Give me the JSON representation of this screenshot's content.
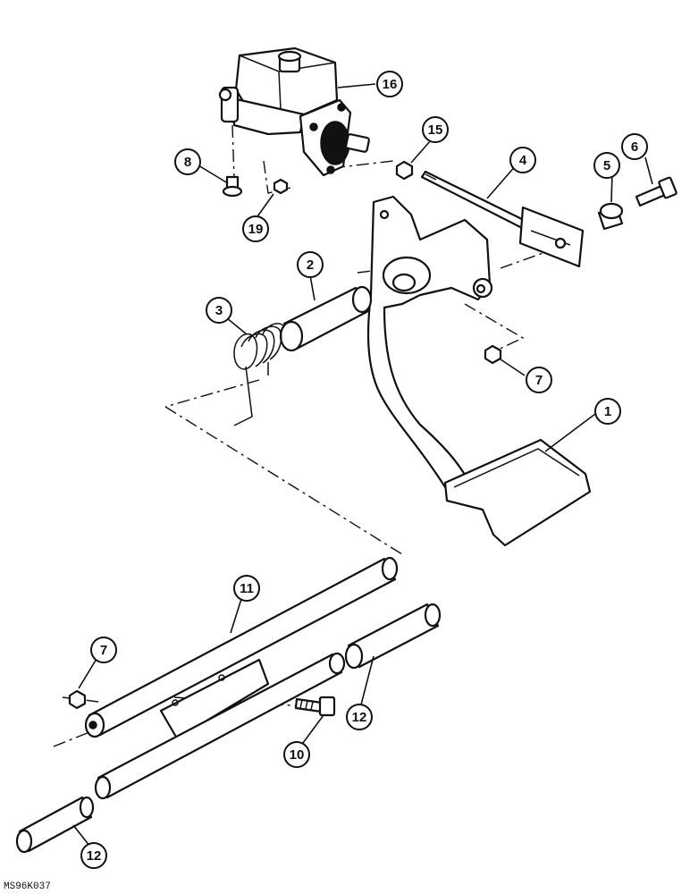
{
  "figure_code": "MS96K037",
  "callouts": {
    "c1": "1",
    "c2": "2",
    "c3": "3",
    "c4": "4",
    "c5": "5",
    "c6": "6",
    "c7a": "7",
    "c7b": "7",
    "c8": "8",
    "c10": "10",
    "c11": "11",
    "c12a": "12",
    "c12b": "12",
    "c15": "15",
    "c16": "16",
    "c19": "19"
  }
}
